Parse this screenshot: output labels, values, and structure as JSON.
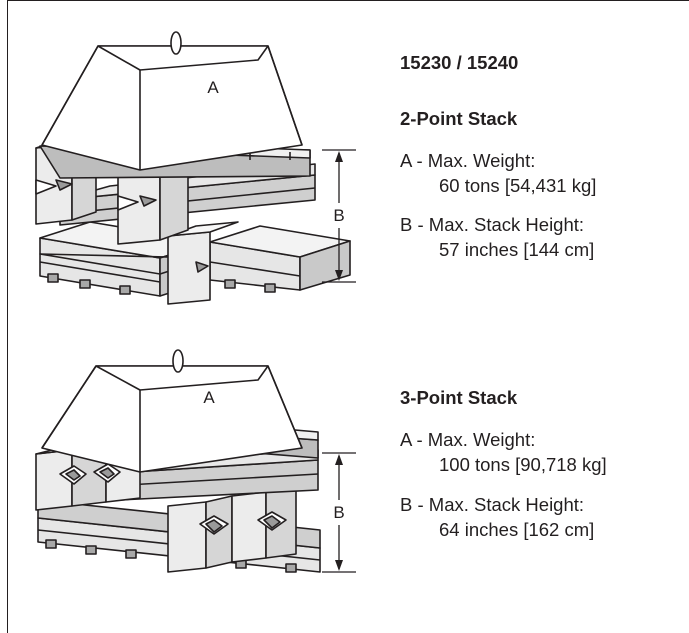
{
  "header": {
    "model": "15230 / 15240"
  },
  "stacks": [
    {
      "title": "2-Point Stack",
      "a_label": "A",
      "b_label": "B",
      "a_prefix": "A - ",
      "a_line1": "Max. Weight:",
      "a_line2": "60 tons [54,431 kg]",
      "b_prefix": "B - ",
      "b_line1": "Max. Stack Height:",
      "b_line2": "57 inches [144 cm]"
    },
    {
      "title": "3-Point Stack",
      "a_label": "A",
      "b_label": "B",
      "a_prefix": "A - ",
      "a_line1": "Max. Weight:",
      "a_line2": "100 tons [90,718 kg]",
      "b_prefix": "B - ",
      "b_line1": "Max. Stack Height:",
      "b_line2": "64 inches [162 cm]"
    }
  ],
  "colors": {
    "ink": "#231f20",
    "block_light": "#ececec",
    "block_mid": "#d2d2d2",
    "block_dark": "#a8a8a8"
  }
}
